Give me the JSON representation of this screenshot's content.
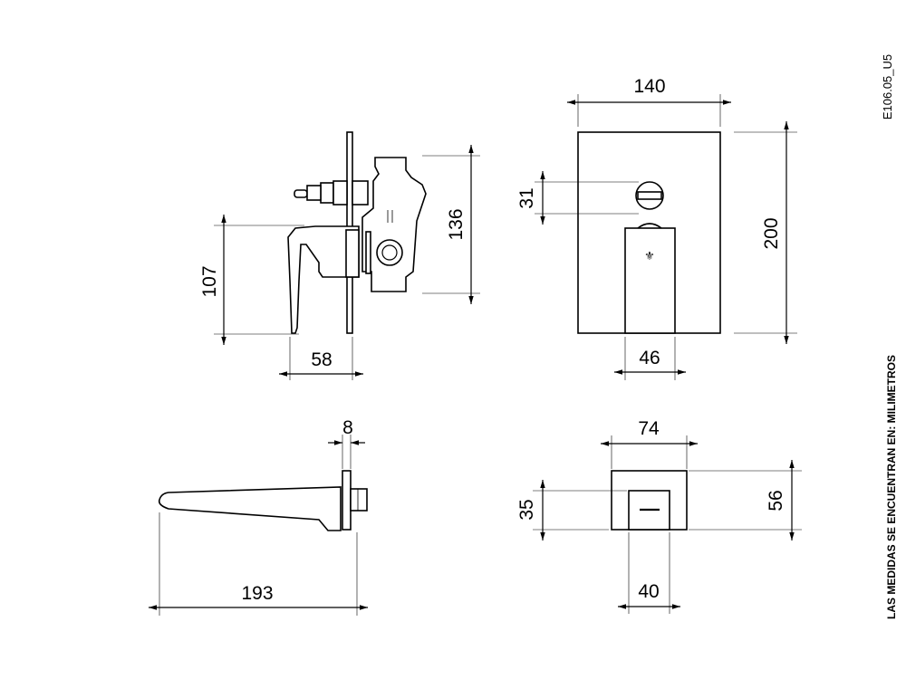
{
  "drawing_code": "E106.05_U5",
  "units_note": "LAS MEDIDAS SE ENCUENTRAN EN: MILIMETROS",
  "dimensions": {
    "side_height_total": "136",
    "side_handle_height": "107",
    "side_depth": "58",
    "front_width": "140",
    "front_height": "200",
    "front_knob_offset": "31",
    "front_handle_width": "46",
    "spout_length": "193",
    "spout_plate": "8",
    "spout_front_width": "74",
    "spout_front_height": "56",
    "spout_outlet_height": "35",
    "spout_outlet_width": "40"
  }
}
